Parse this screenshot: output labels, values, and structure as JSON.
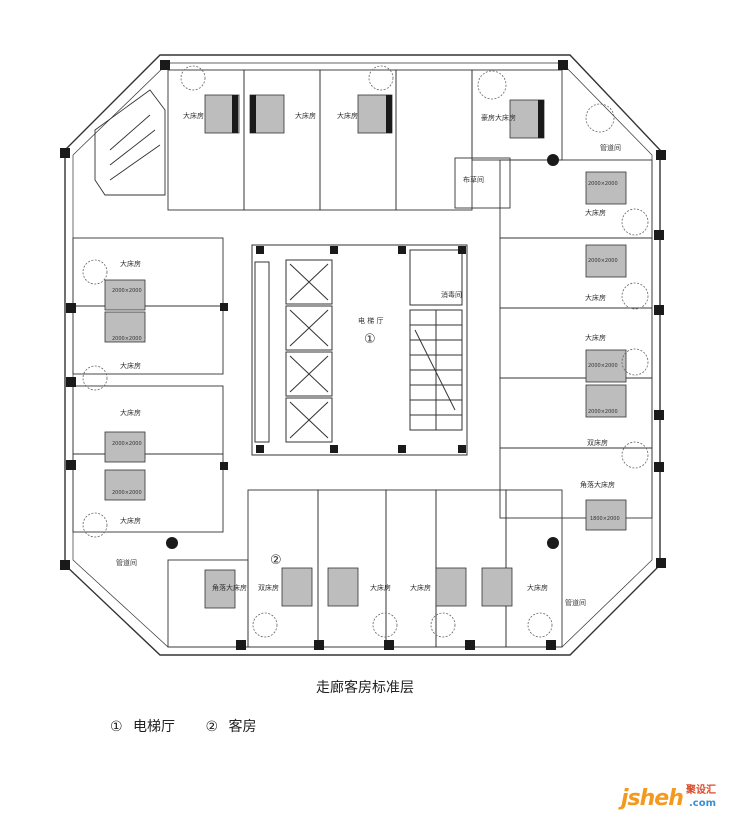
{
  "plan": {
    "labels": {
      "king_room": "大床房",
      "deluxe_king": "豪房大床房",
      "corner_king": "角落大床房",
      "twin_room": "双床房",
      "linen_room": "布草间",
      "pipe_shaft": "管道间",
      "disinfection": "消毒间",
      "elevator_hall": "电 梯 厅",
      "bed_size_2000": "2000×2000",
      "bed_size_1800": "1800×2000"
    },
    "markers": {
      "elevator_hall": "①",
      "guest_room": "②"
    }
  },
  "caption": "走廊客房标准层",
  "legend": {
    "item1_marker": "①",
    "item1_label": "电梯厅",
    "item2_marker": "②",
    "item2_label": "客房"
  },
  "watermark": {
    "main": "jsheh",
    "top": "聚设汇",
    "domain": ".com"
  },
  "colors": {
    "line": "#333333",
    "fill_gray": "#bdbdbd",
    "dark": "#1a1a1a",
    "watermark_orange": "#f39a1e"
  }
}
